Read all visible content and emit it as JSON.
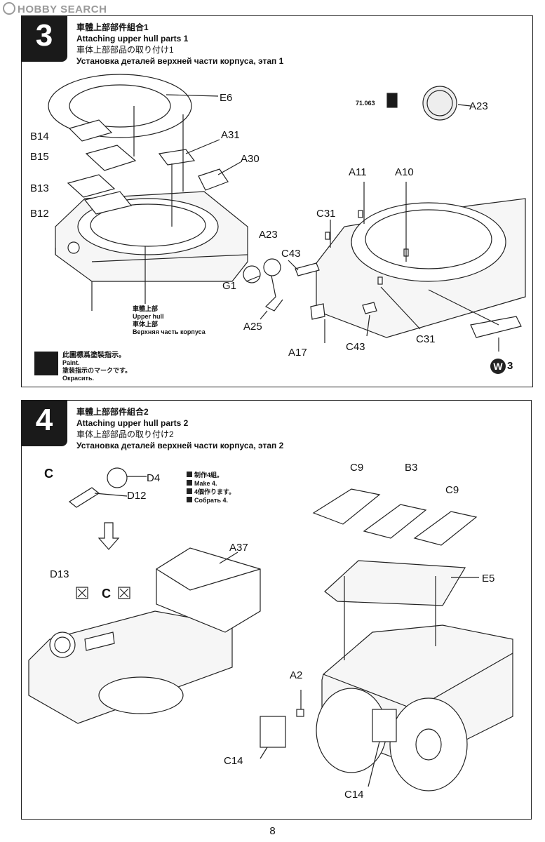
{
  "watermark": "HOBBY SEARCH",
  "step3": {
    "number": "3",
    "title_zh": "車體上部部件組合1",
    "title_en": "Attaching upper hull parts 1",
    "title_jp": "車体上部部品の取り付け1",
    "title_ru": "Установка деталей верхней части корпуса, этап 1",
    "labels": {
      "E6": "E6",
      "A31": "A31",
      "A30": "A30",
      "B14": "B14",
      "B15": "B15",
      "B13": "B13",
      "B12": "B12",
      "A11": "A11",
      "A10": "A10",
      "C31a": "C31",
      "A23a": "A23",
      "A23b": "A23",
      "C43a": "C43",
      "G1": "G1",
      "A25": "A25",
      "A17": "A17",
      "C43b": "C43",
      "C31b": "C31"
    },
    "paint_code": "71.063",
    "upper_hull": [
      "車體上部",
      "Upper hull",
      "車体上部",
      "Верхняя часть корпуса"
    ],
    "paint_note": [
      "此圖標爲塗裝指示。",
      "Paint.",
      "塗装指示のマークです。",
      "Окрасить."
    ],
    "w_badge": "W",
    "w_number": "3"
  },
  "step4": {
    "number": "4",
    "title_zh": "車體上部部件組合2",
    "title_en": "Attaching upper hull parts 2",
    "title_jp": "車体上部部品の取り付け2",
    "title_ru": "Установка деталей верхней части корпуса, этап 2",
    "labels": {
      "C_sub": "C",
      "D4": "D4",
      "D12": "D12",
      "D13": "D13",
      "C_mid": "C",
      "A37": "A37",
      "C9a": "C9",
      "B3": "B3",
      "C9b": "C9",
      "E5": "E5",
      "A2": "A2",
      "C14a": "C14",
      "C14b": "C14"
    },
    "make_note": [
      "制作4組。",
      "Make 4.",
      "4個作ります。",
      "Собрать 4."
    ]
  },
  "page_number": "8"
}
